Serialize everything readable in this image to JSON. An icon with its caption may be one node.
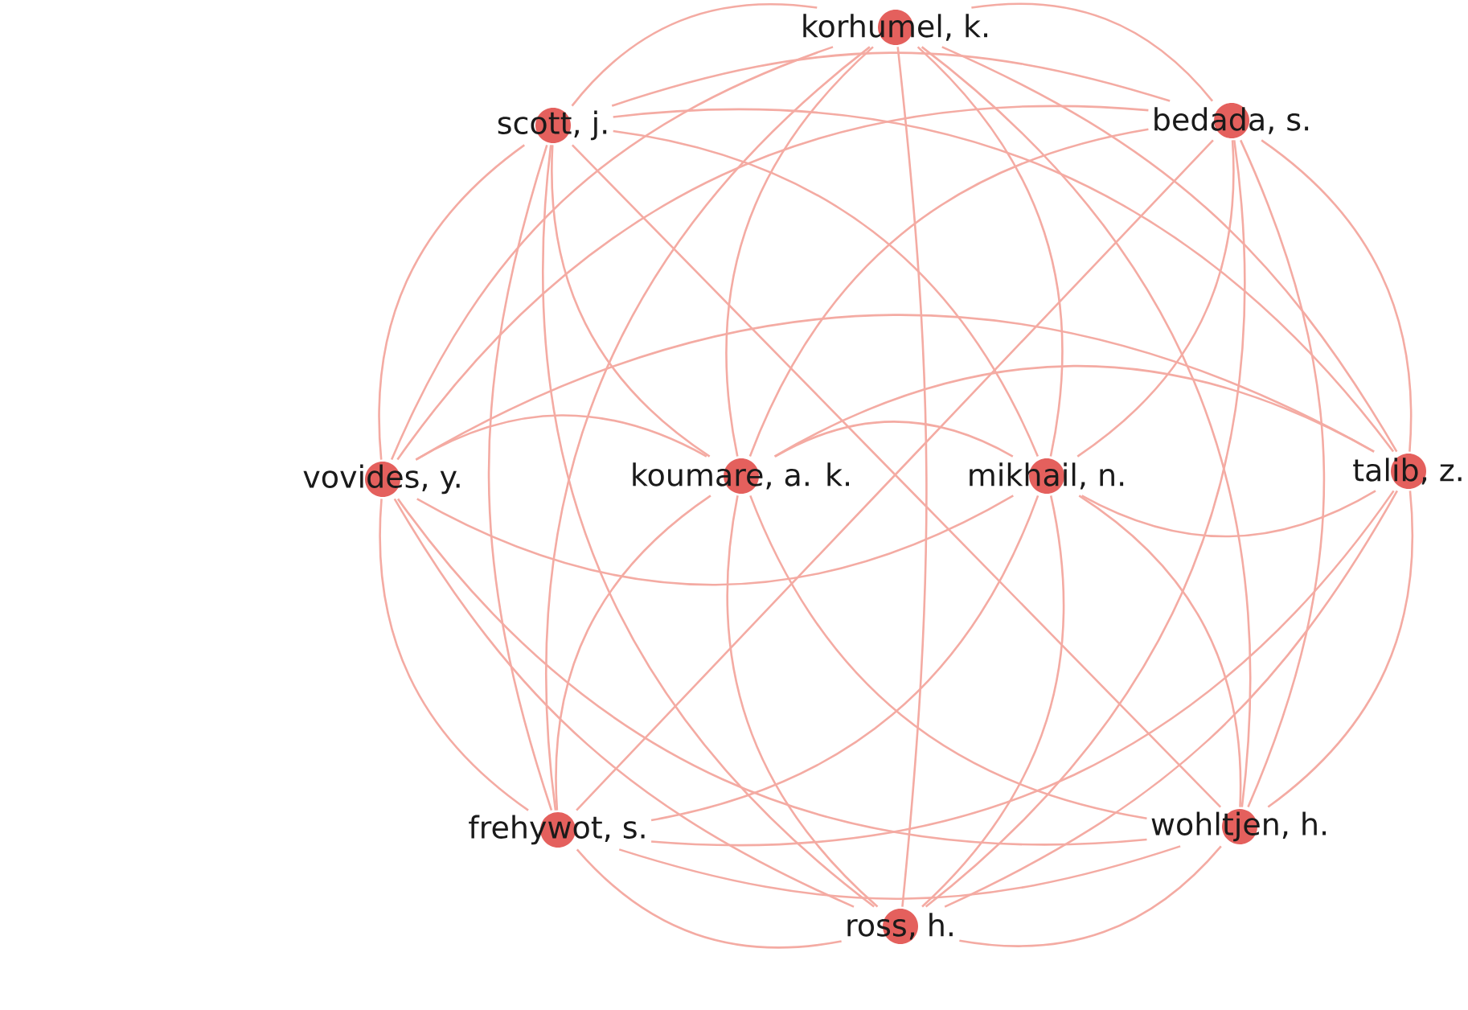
{
  "diagram": {
    "nodes": [
      {
        "text": [
          "korhumel, k."
        ]
      },
      {
        "text": [
          "scott, j."
        ]
      },
      {
        "text": [
          "bedada, s."
        ]
      },
      {
        "text": [
          "vovides, y."
        ]
      },
      {
        "text": [
          "koumare, a. k."
        ]
      },
      {
        "text": [
          "mikhail, n."
        ]
      },
      {
        "text": [
          "talib, z."
        ]
      },
      {
        "text": [
          "frehywot, s."
        ]
      },
      {
        "text": [
          "wohltjen, h."
        ]
      },
      {
        "text": [
          "ross, h."
        ]
      }
    ],
    "edges": [
      {
        "from": 0,
        "to": 1,
        "arrow": "none"
      },
      {
        "from": 0,
        "to": 2,
        "arrow": "none"
      },
      {
        "from": 0,
        "to": 3,
        "arrow": "none"
      },
      {
        "from": 0,
        "to": 4,
        "arrow": "none"
      },
      {
        "from": 0,
        "to": 5,
        "arrow": "none"
      },
      {
        "from": 0,
        "to": 6,
        "arrow": "none"
      },
      {
        "from": 0,
        "to": 7,
        "arrow": "none"
      },
      {
        "from": 0,
        "to": 8,
        "arrow": "none"
      },
      {
        "from": 0,
        "to": 9,
        "arrow": "none"
      },
      {
        "from": 1,
        "to": 2,
        "arrow": "none"
      },
      {
        "from": 1,
        "to": 3,
        "arrow": "none"
      },
      {
        "from": 1,
        "to": 4,
        "arrow": "none"
      },
      {
        "from": 1,
        "to": 5,
        "arrow": "none"
      },
      {
        "from": 1,
        "to": 6,
        "arrow": "none"
      },
      {
        "from": 1,
        "to": 7,
        "arrow": "none"
      },
      {
        "from": 1,
        "to": 8,
        "arrow": "none"
      },
      {
        "from": 1,
        "to": 9,
        "arrow": "none"
      },
      {
        "from": 2,
        "to": 3,
        "arrow": "none"
      },
      {
        "from": 2,
        "to": 4,
        "arrow": "none"
      },
      {
        "from": 2,
        "to": 5,
        "arrow": "none"
      },
      {
        "from": 2,
        "to": 6,
        "arrow": "none"
      },
      {
        "from": 2,
        "to": 7,
        "arrow": "none"
      },
      {
        "from": 2,
        "to": 8,
        "arrow": "none"
      },
      {
        "from": 2,
        "to": 9,
        "arrow": "none"
      },
      {
        "from": 3,
        "to": 4,
        "arrow": "none"
      },
      {
        "from": 3,
        "to": 5,
        "arrow": "none"
      },
      {
        "from": 3,
        "to": 6,
        "arrow": "none"
      },
      {
        "from": 3,
        "to": 7,
        "arrow": "none"
      },
      {
        "from": 3,
        "to": 8,
        "arrow": "none"
      },
      {
        "from": 3,
        "to": 9,
        "arrow": "none"
      },
      {
        "from": 4,
        "to": 5,
        "arrow": "none"
      },
      {
        "from": 4,
        "to": 6,
        "arrow": "none"
      },
      {
        "from": 4,
        "to": 7,
        "arrow": "none"
      },
      {
        "from": 4,
        "to": 8,
        "arrow": "none"
      },
      {
        "from": 4,
        "to": 9,
        "arrow": "none"
      },
      {
        "from": 5,
        "to": 6,
        "arrow": "none"
      },
      {
        "from": 5,
        "to": 7,
        "arrow": "none"
      },
      {
        "from": 5,
        "to": 8,
        "arrow": "none"
      },
      {
        "from": 5,
        "to": 9,
        "arrow": "none"
      },
      {
        "from": 6,
        "to": 7,
        "arrow": "none"
      },
      {
        "from": 6,
        "to": 8,
        "arrow": "none"
      },
      {
        "from": 6,
        "to": 9,
        "arrow": "none"
      },
      {
        "from": 7,
        "to": 8,
        "arrow": "none"
      },
      {
        "from": 7,
        "to": 9,
        "arrow": "none"
      },
      {
        "from": 8,
        "to": 9,
        "arrow": "none"
      }
    ]
  }
}
